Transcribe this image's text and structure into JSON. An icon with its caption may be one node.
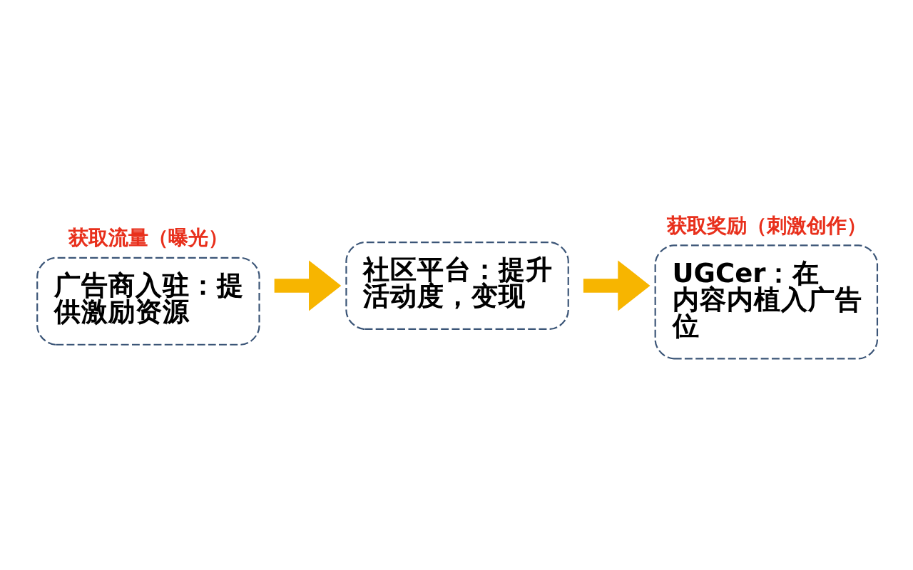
{
  "diagram": {
    "nodes": [
      {
        "text": [
          "获取流量（曝光）",
          "广告商入驻：提供激励资源"
        ]
      },
      {
        "text": [
          "社区平台：提升活动度，变现"
        ]
      },
      {
        "text": [
          "获取奖励（刺激创作）",
          "UGCer：在内容内植入广告位"
        ]
      }
    ],
    "edges": [
      {
        "from": 0,
        "to": 1,
        "arrow": "to"
      },
      {
        "from": 1,
        "to": 2,
        "arrow": "to"
      }
    ]
  }
}
